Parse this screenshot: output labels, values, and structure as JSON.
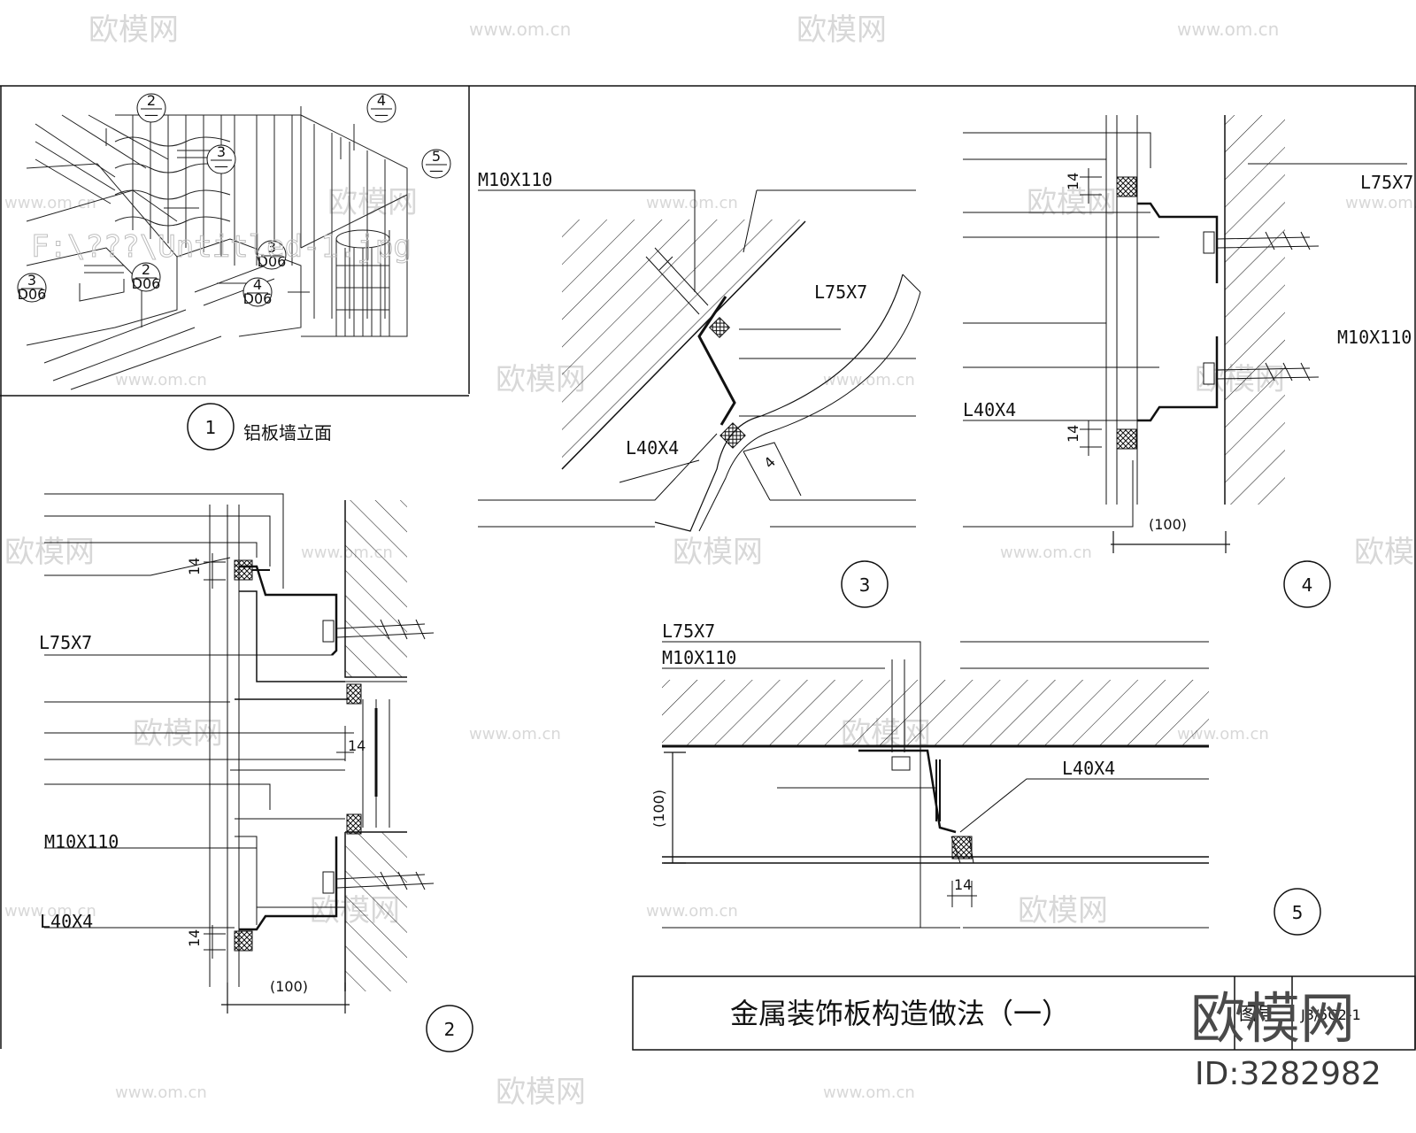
{
  "watermark": {
    "brand_cn": "欧模网",
    "brand_url": "www.om.cn",
    "logo_text": "欧模网",
    "id_text": "ID:3282982"
  },
  "detail1": {
    "number": "1",
    "caption": "铝板墙立面",
    "path_text": "F:\\???\\Untitled-1.jpg",
    "callouts": [
      {
        "top": "2",
        "bottom": "—"
      },
      {
        "top": "3",
        "bottom": "—"
      },
      {
        "top": "4",
        "bottom": "—"
      },
      {
        "top": "5",
        "bottom": "—"
      },
      {
        "top": "3",
        "bottom": "D06"
      },
      {
        "top": "2",
        "bottom": "D06"
      },
      {
        "top": "4",
        "bottom": "D06"
      },
      {
        "top": "3",
        "bottom": "D06"
      }
    ]
  },
  "detail2": {
    "number": "2",
    "labels": [
      "L75X7",
      "M10X110",
      "L40X4"
    ],
    "dims": [
      "14",
      "14",
      "14",
      "(100)"
    ]
  },
  "detail3": {
    "number": "3",
    "labels": [
      "M10X110",
      "L75X7",
      "L40X4"
    ],
    "dims": [
      "4"
    ]
  },
  "detail4": {
    "number": "4",
    "labels": [
      "L75X7",
      "M10X110",
      "L40X4"
    ],
    "dims": [
      "14",
      "14",
      "(100)"
    ]
  },
  "detail5": {
    "number": "5",
    "labels": [
      "L75X7",
      "M10X110",
      "L40X4"
    ],
    "dims": [
      "(100)",
      "14"
    ]
  },
  "title_block": {
    "title": "金属装饰板构造做法（一）",
    "sheet_label": "图号",
    "sheet_no": "J3/5C2-1"
  }
}
